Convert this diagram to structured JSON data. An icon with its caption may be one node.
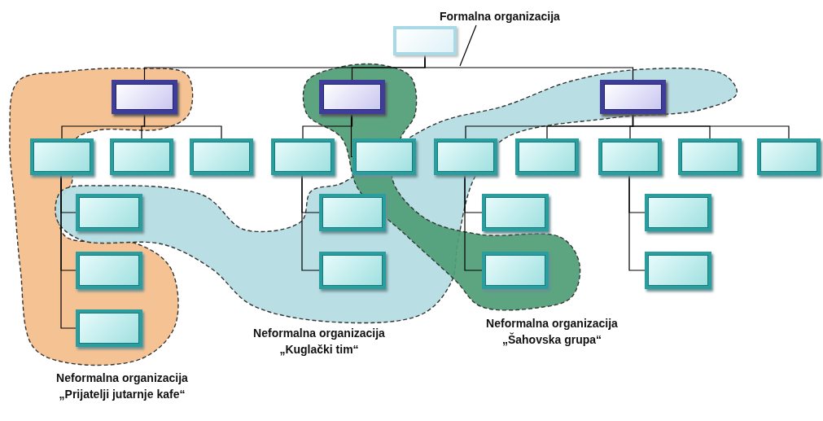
{
  "diagram": {
    "nodes": [
      {
        "text": [],
        "shape": "box"
      },
      {
        "text": [],
        "shape": "box"
      },
      {
        "text": [],
        "shape": "box"
      },
      {
        "text": [],
        "shape": "box"
      },
      {
        "text": [],
        "shape": "box"
      },
      {
        "text": [],
        "shape": "box"
      },
      {
        "text": [],
        "shape": "box"
      },
      {
        "text": [],
        "shape": "box"
      },
      {
        "text": [],
        "shape": "box"
      },
      {
        "text": [],
        "shape": "box"
      },
      {
        "text": [],
        "shape": "box"
      },
      {
        "text": [],
        "shape": "box"
      },
      {
        "text": [],
        "shape": "box"
      },
      {
        "text": [],
        "shape": "box"
      },
      {
        "text": [],
        "shape": "box"
      },
      {
        "text": [],
        "shape": "box"
      },
      {
        "text": [],
        "shape": "box"
      },
      {
        "text": [],
        "shape": "box"
      },
      {
        "text": [],
        "shape": "box"
      },
      {
        "text": [],
        "shape": "box"
      },
      {
        "text": [],
        "shape": "box"
      },
      {
        "text": [],
        "shape": "box"
      },
      {
        "text": [],
        "shape": "box"
      },
      {
        "text": [
          "Formalna organizacija"
        ]
      }
    ],
    "edges": [
      {
        "from": 0,
        "to": 1,
        "arrow": "none"
      },
      {
        "from": 0,
        "to": 2,
        "arrow": "none"
      },
      {
        "from": 0,
        "to": 3,
        "arrow": "none"
      },
      {
        "from": 1,
        "to": 4,
        "arrow": "none"
      },
      {
        "from": 1,
        "to": 5,
        "arrow": "none"
      },
      {
        "from": 1,
        "to": 6,
        "arrow": "none"
      },
      {
        "from": 2,
        "to": 7,
        "arrow": "none"
      },
      {
        "from": 2,
        "to": 8,
        "arrow": "none"
      },
      {
        "from": 3,
        "to": 9,
        "arrow": "none"
      },
      {
        "from": 3,
        "to": 10,
        "arrow": "none"
      },
      {
        "from": 3,
        "to": 11,
        "arrow": "none"
      },
      {
        "from": 3,
        "to": 12,
        "arrow": "none"
      },
      {
        "from": 3,
        "to": 13,
        "arrow": "none"
      },
      {
        "from": 4,
        "to": 14,
        "arrow": "none"
      },
      {
        "from": 4,
        "to": 15,
        "arrow": "none"
      },
      {
        "from": 4,
        "to": 16,
        "arrow": "none"
      },
      {
        "from": 7,
        "to": 17,
        "arrow": "none"
      },
      {
        "from": 7,
        "to": 18,
        "arrow": "none"
      },
      {
        "from": 9,
        "to": 19,
        "arrow": "none"
      },
      {
        "from": 9,
        "to": 20,
        "arrow": "none"
      },
      {
        "from": 11,
        "to": 21,
        "arrow": "none"
      },
      {
        "from": 11,
        "to": 22,
        "arrow": "none"
      },
      {
        "from": 23,
        "to": null,
        "arrow": "none"
      }
    ],
    "labels": [
      "Neformalna organizacija „Kuglački tim“",
      "Neformalna organizacija „Šahovska grupa“",
      "Neformalna organizacija „Prijatelji jutarnje kafe“"
    ]
  }
}
